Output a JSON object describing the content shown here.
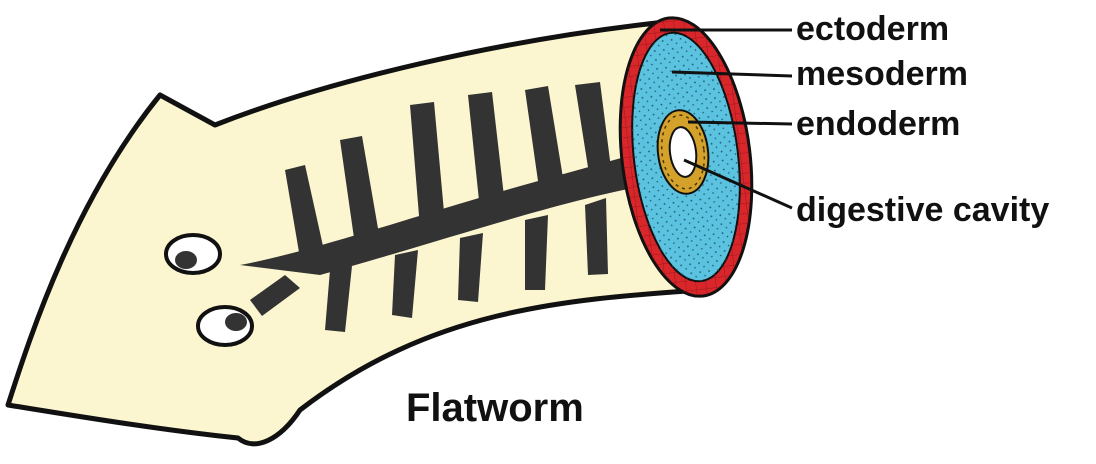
{
  "labels": {
    "ectoderm": "ectoderm",
    "mesoderm": "mesoderm",
    "endoderm": "endoderm",
    "digestive_cavity": "digestive cavity"
  },
  "title": "Flatworm",
  "colors": {
    "body": "#FBF6CF",
    "outline": "#111111",
    "gut": "#333333",
    "ectoderm": "#D9262B",
    "mesoderm": "#5BC2E0",
    "endoderm": "#D4A22A",
    "cavity": "#FFFFFF"
  }
}
